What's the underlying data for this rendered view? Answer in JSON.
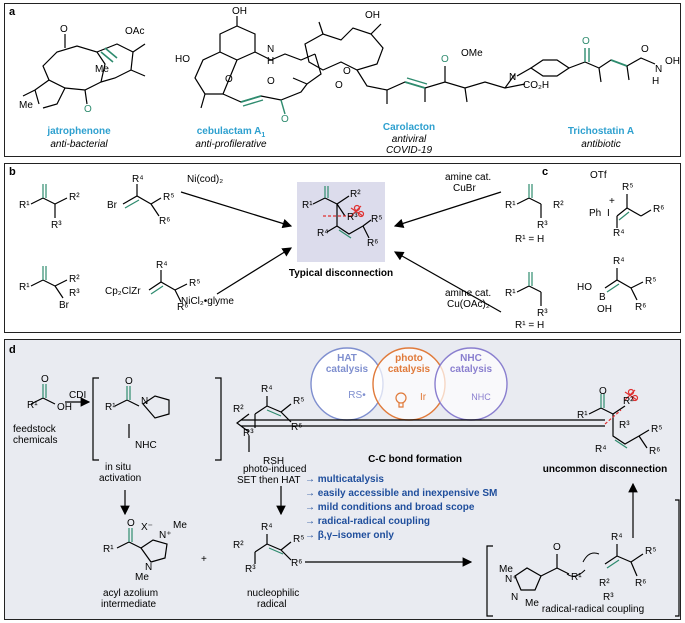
{
  "panel_a": {
    "label": "a",
    "compounds": [
      {
        "name": "jatrophenone",
        "activity": "anti-bacterial"
      },
      {
        "name": "cebulactam A",
        "subscript": "1",
        "activity": "anti-profilerative"
      },
      {
        "name": "Carolacton",
        "activity_lines": [
          "antiviral",
          "COVID-19"
        ]
      },
      {
        "name": "Trichostatin A",
        "activity": "antibiotic"
      }
    ],
    "atom_labels": {
      "jatro": [
        "O",
        "OAc",
        "Me",
        "Me",
        "O"
      ],
      "cebu": [
        "OH",
        "HO",
        "N",
        "H",
        "O",
        "O",
        "O"
      ],
      "carol": [
        "O",
        "O",
        "OH",
        "OMe",
        "O",
        "CO₂H"
      ],
      "tricho": [
        "N",
        "O",
        "O",
        "H",
        "N",
        "OH"
      ]
    }
  },
  "panel_b": {
    "label": "b",
    "reagent_top": "Ni(cod)₂",
    "reagent_bottom": "NiCl₂•glyme",
    "vinyl_left_top": "Br",
    "vinyl_left_bottom": "Cp₂ClZr",
    "alpha_br": "Br",
    "center_caption": "Typical disconnection",
    "r": [
      "R¹",
      "R²",
      "R³",
      "R⁴",
      "R⁵",
      "R⁶"
    ]
  },
  "panel_c": {
    "label": "c",
    "cond1_lines": [
      "amine cat.",
      "CuBr"
    ],
    "cond2_lines": [
      "amine cat.",
      "Cu(OAc)₂"
    ],
    "r1h": "R¹ = H",
    "iodonium": {
      "otf": "OTf",
      "ph": "Ph",
      "i": "I",
      "plus": "+"
    },
    "boron": {
      "ho": "HO",
      "b": "B",
      "oh": "OH"
    }
  },
  "panel_d": {
    "label": "d",
    "feedstock_lines": [
      "feedstock",
      "chemicals"
    ],
    "cdi": "CDI",
    "nhc": "NHC",
    "in_situ_lines": [
      "in situ",
      "activation"
    ],
    "acyl_lines": [
      "acyl azolium",
      "intermediate"
    ],
    "nucleophilic_lines": [
      "nucleophilic",
      "radical"
    ],
    "rsh": "RSH",
    "photo_lines": [
      "photo-induced",
      "SET then HAT"
    ],
    "bond_formation": "C-C bond formation",
    "uncommon": "uncommon disconnection",
    "radical_coupling": "radical-radical coupling",
    "plus": "+",
    "cycles": [
      {
        "title_lines": [
          "HAT",
          "catalysis"
        ],
        "inner": "RS•",
        "color": "#7f8fcf"
      },
      {
        "title_lines": [
          "photo",
          "catalysis"
        ],
        "inner": "Ir",
        "color": "#e07a3a"
      },
      {
        "title_lines": [
          "NHC",
          "catalysis"
        ],
        "inner": "NHC",
        "color": "#8a7fcf"
      }
    ],
    "advantages": [
      "multicatalysis",
      "easily accessible and inexpensive SM",
      "mild conditions and broad scope",
      "radical-radical coupling",
      "β,γ–isomer only"
    ],
    "arrow_symbol": "→",
    "atoms": {
      "O": "O",
      "OH": "OH",
      "N": "N",
      "Me": "Me",
      "X": "X⁻",
      "Nplus": "N⁺"
    }
  },
  "colors": {
    "green": "#2e8b6e",
    "blue_name": "#2ea0cf",
    "adv": "#1f4e9c",
    "red": "#e03030",
    "panel_bg": "#e9ebf1",
    "box": "#dcdcec"
  }
}
